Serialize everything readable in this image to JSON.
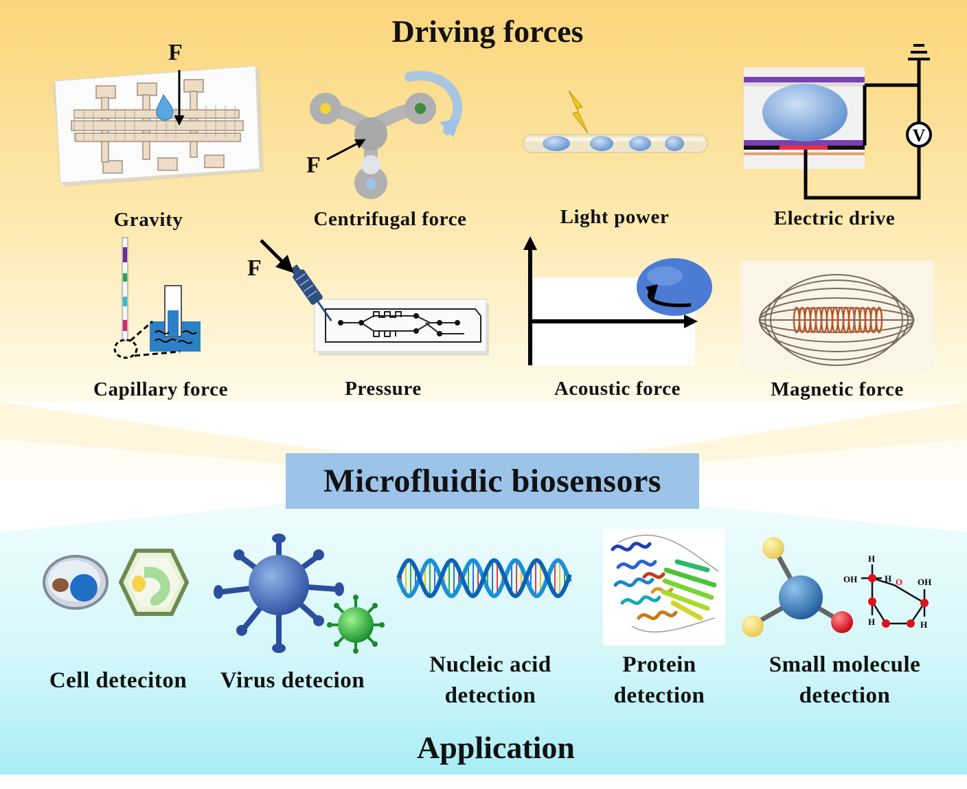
{
  "header": {
    "title": "Driving forces"
  },
  "driving_forces": [
    {
      "id": "gravity",
      "label": "Gravity"
    },
    {
      "id": "centrifugal",
      "label": "Centrifugal force"
    },
    {
      "id": "light",
      "label": "Light power"
    },
    {
      "id": "electric",
      "label": "Electric drive"
    },
    {
      "id": "capillary",
      "label": "Capillary force"
    },
    {
      "id": "pressure",
      "label": "Pressure"
    },
    {
      "id": "acoustic",
      "label": "Acoustic force"
    },
    {
      "id": "magnetic",
      "label": "Magnetic force"
    }
  ],
  "force_marker": "F",
  "voltmeter_symbol": "V",
  "center": {
    "title": "Microfluidic biosensors"
  },
  "applications": [
    {
      "id": "cell",
      "label": "Cell deteciton"
    },
    {
      "id": "virus",
      "label": "Virus detecion"
    },
    {
      "id": "nucleic",
      "label_line1": "Nucleic acid",
      "label_line2": "detection"
    },
    {
      "id": "protein",
      "label_line1": "Protein",
      "label_line2": "detection"
    },
    {
      "id": "small_molecule",
      "label_line1": "Small molecule",
      "label_line2": "detection"
    }
  ],
  "chem_labels": {
    "oh": "OH",
    "h": "H",
    "o": "O"
  },
  "footer": {
    "title": "Application"
  },
  "colors": {
    "top_gradient_start": "#fbd57a",
    "top_gradient_end": "#fffbe8",
    "bottom_gradient_start": "#eefcfe",
    "bottom_gradient_end": "#aeeef5",
    "center_box": "#9cc3e8"
  }
}
